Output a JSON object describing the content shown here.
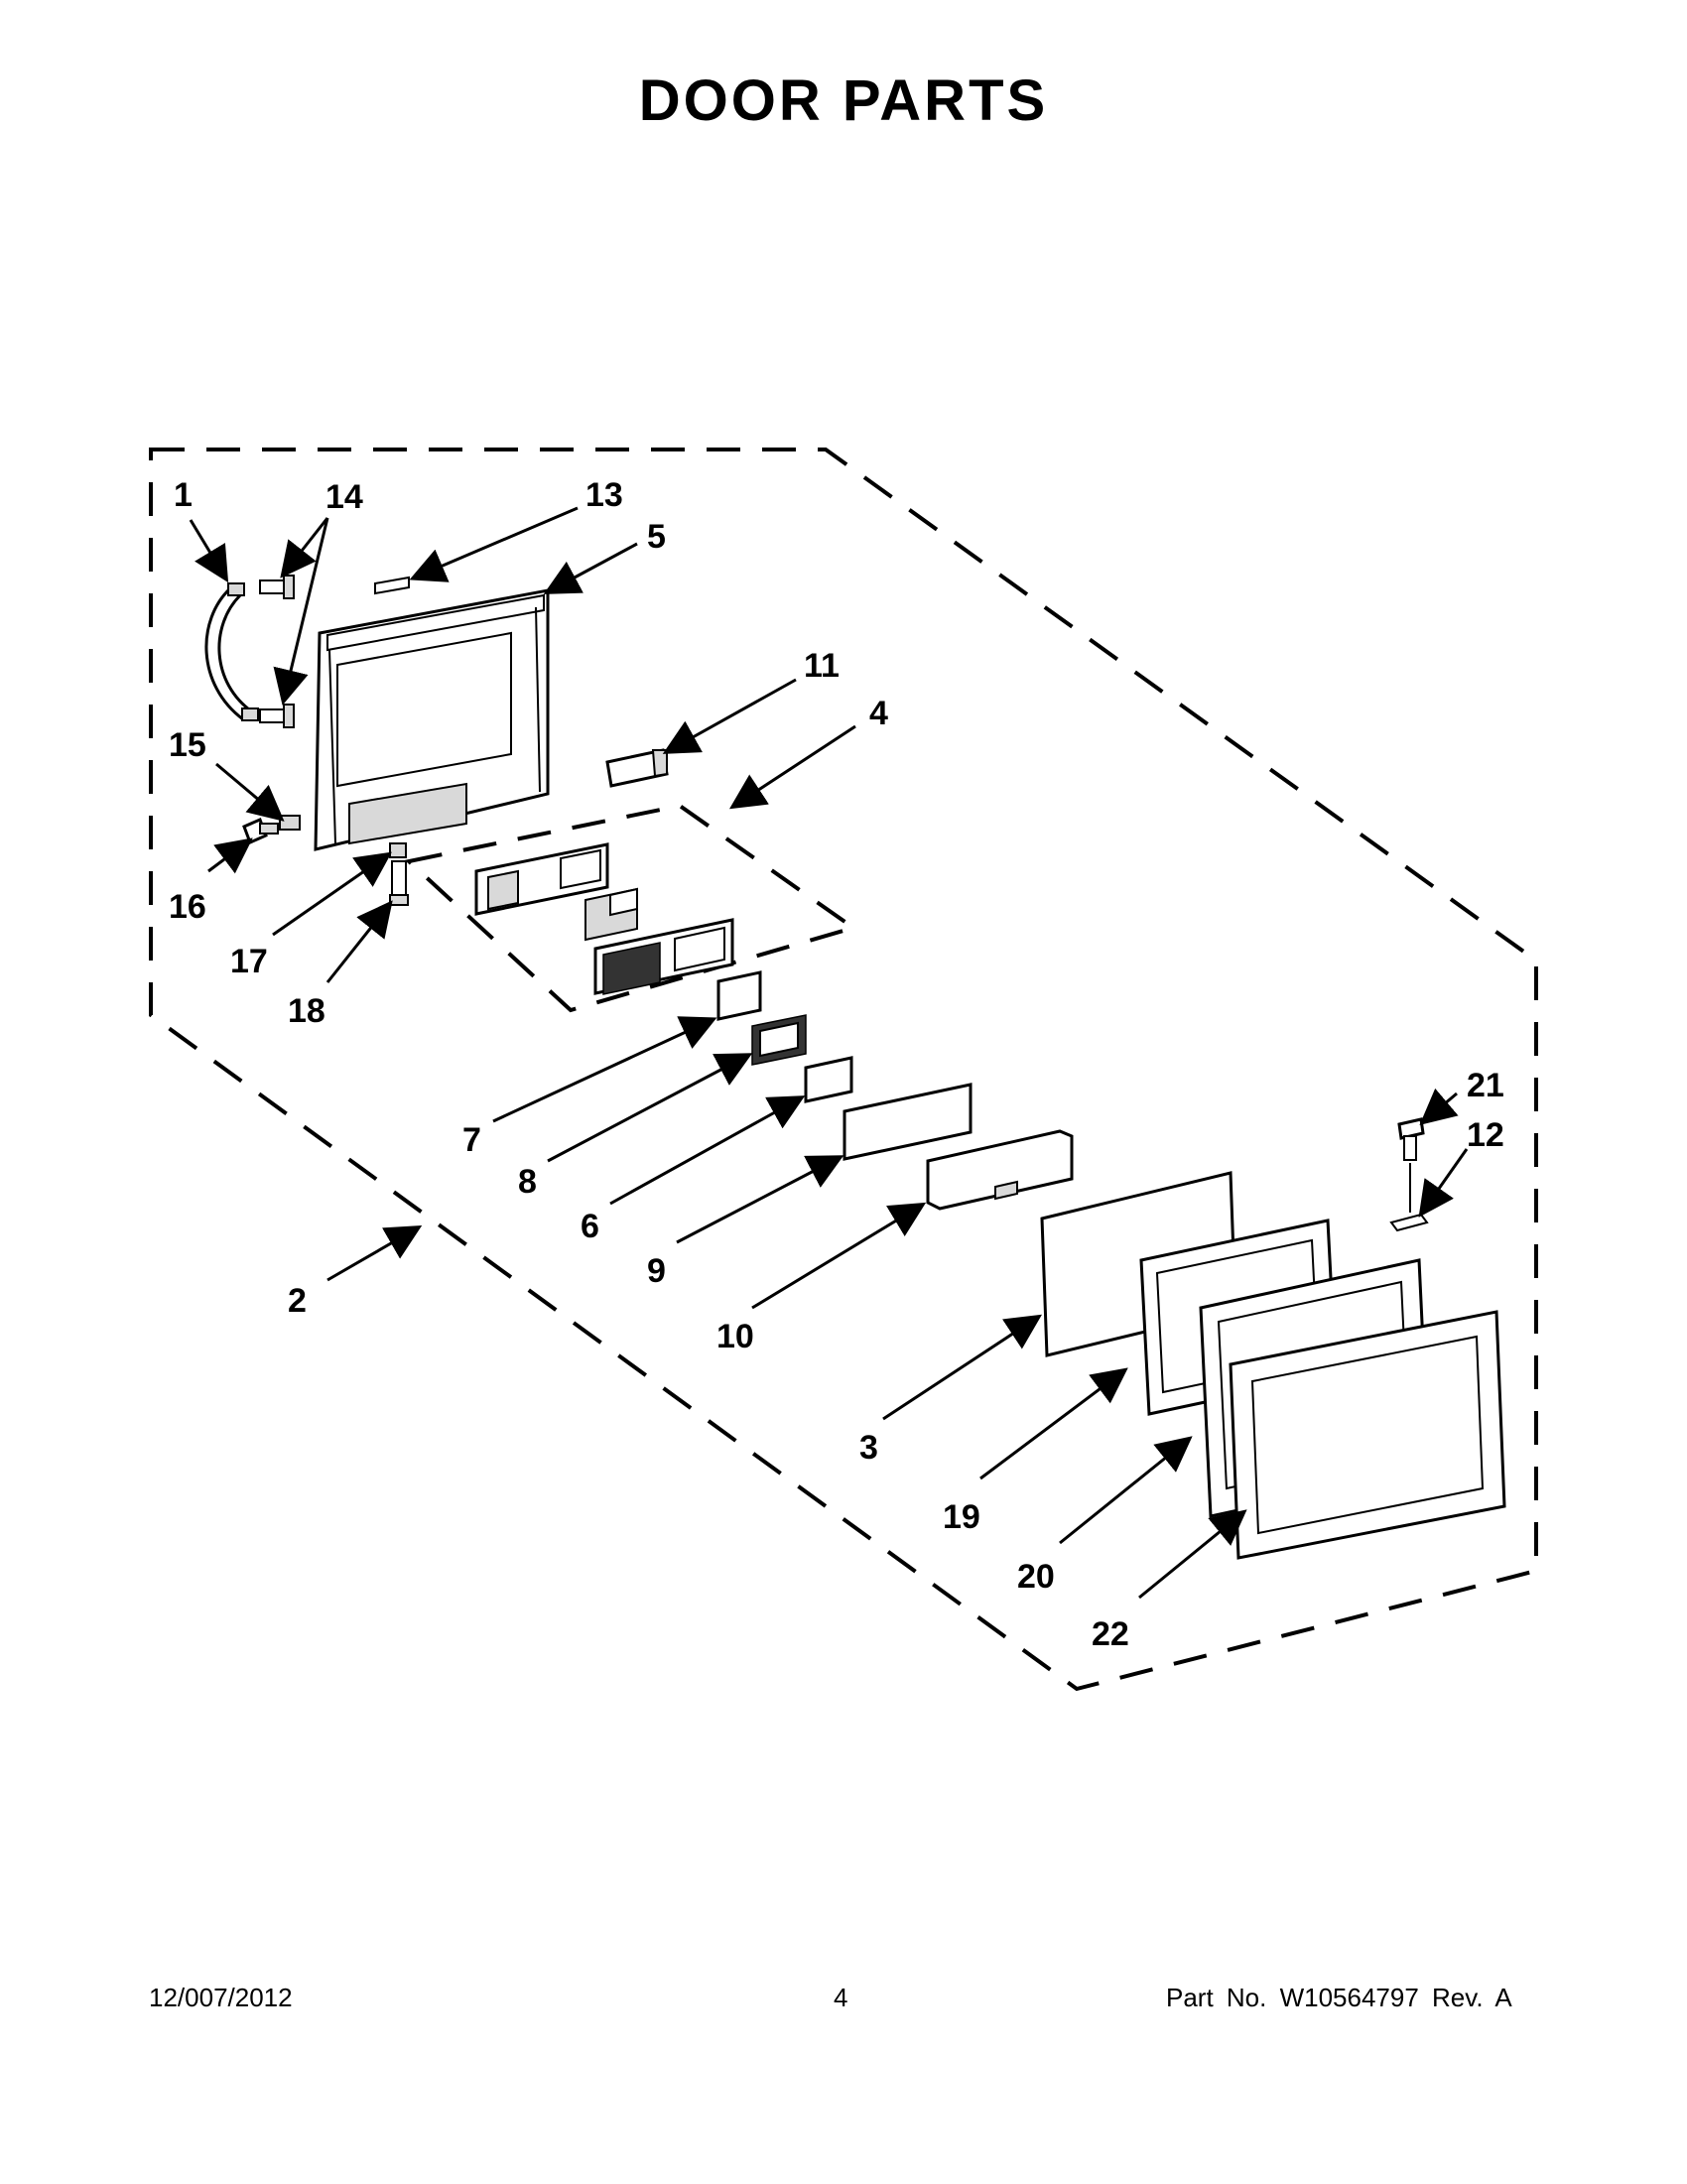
{
  "title": "DOOR PARTS",
  "callouts": {
    "c1": "1",
    "c2": "2",
    "c3": "3",
    "c4": "4",
    "c5": "5",
    "c6": "6",
    "c7": "7",
    "c8": "8",
    "c9": "9",
    "c10": "10",
    "c11": "11",
    "c12": "12",
    "c13": "13",
    "c14": "14",
    "c15": "15",
    "c16": "16",
    "c17": "17",
    "c18": "18",
    "c19": "19",
    "c20": "20",
    "c21": "21",
    "c22": "22"
  },
  "footer": {
    "date": "12/007/2012",
    "page": "4",
    "part_no": "Part No.  W10564797  Rev.  A"
  }
}
